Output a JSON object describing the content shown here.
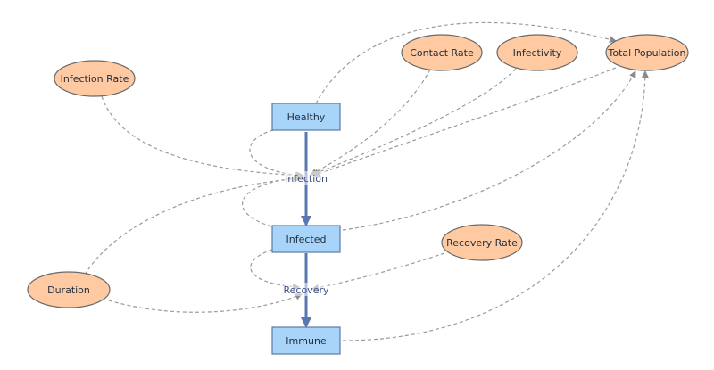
{
  "stocks": {
    "healthy": "Healthy",
    "infected": "Infected",
    "immune": "Immune"
  },
  "variables": {
    "infection_rate": "Infection Rate",
    "contact_rate": "Contact Rate",
    "infectivity": "Infectivity",
    "total_population": "Total Population",
    "recovery_rate": "Recovery Rate",
    "duration": "Duration"
  },
  "flows": {
    "infection": "Infection",
    "recovery": "Recovery"
  },
  "colors": {
    "stock_fill": "#a9d4fa",
    "variable_fill": "#ffcaa2",
    "flow_stroke": "#5a78b0",
    "link_stroke": "#9a9a9a"
  }
}
